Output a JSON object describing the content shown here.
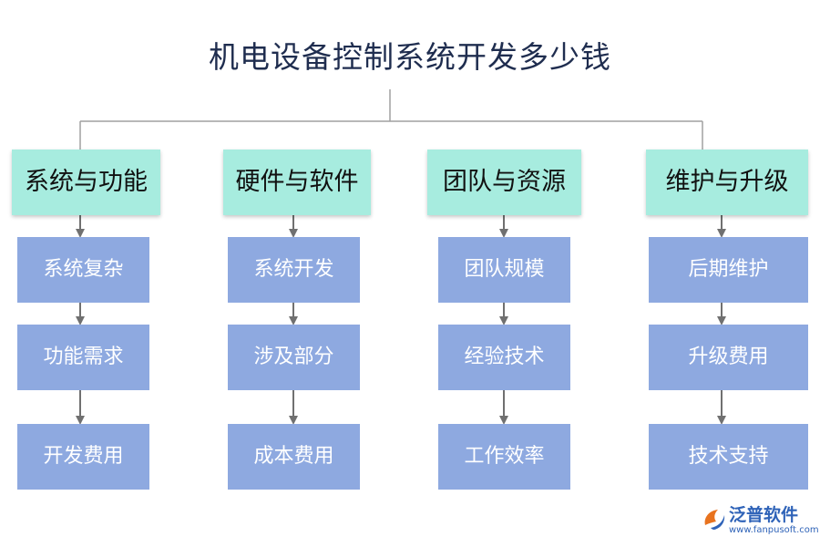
{
  "title": "机电设备控制系统开发多少钱",
  "columns": [
    {
      "header": "系统与功能",
      "items": [
        "系统复杂",
        "功能需求",
        "开发费用"
      ]
    },
    {
      "header": "硬件与软件",
      "items": [
        "系统开发",
        "涉及部分",
        "成本费用"
      ]
    },
    {
      "header": "团队与资源",
      "items": [
        "团队规模",
        "经验技术",
        "工作效率"
      ]
    },
    {
      "header": "维护与升级",
      "items": [
        "后期维护",
        "升级费用",
        "技术支持"
      ]
    }
  ],
  "logo": {
    "name": "泛普软件",
    "url": "www.fanpusoft.com"
  },
  "colors": {
    "header_bg": "#a7ecdf",
    "item_bg": "#8ea9e0",
    "connector": "#707070",
    "title": "#1f2d4f"
  }
}
